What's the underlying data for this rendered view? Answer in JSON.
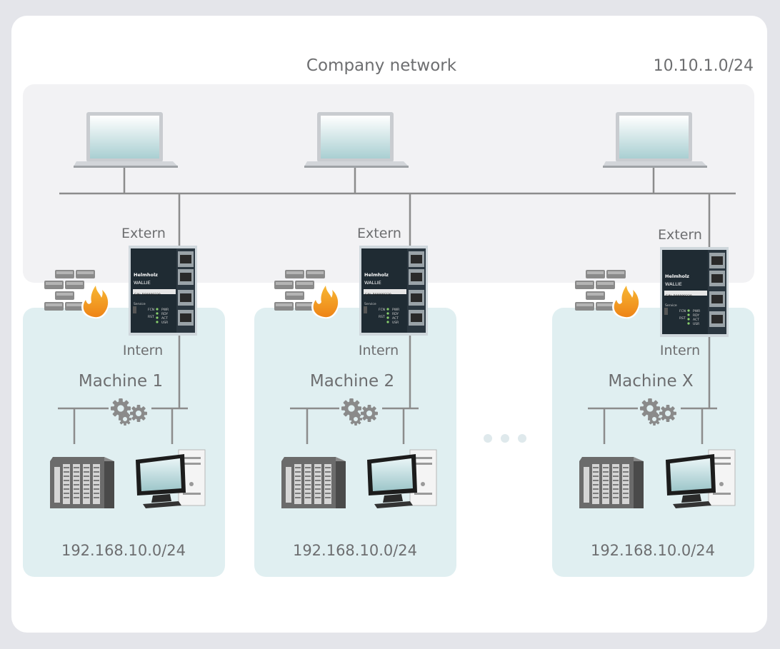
{
  "company_network": {
    "label": "Company network",
    "subnet": "10.10.1.0/24",
    "laptops": [
      {
        "icon": "laptop-icon"
      },
      {
        "icon": "laptop-icon"
      },
      {
        "icon": "laptop-icon"
      }
    ]
  },
  "device": {
    "brand": "Helmholz",
    "model": "WALLIE",
    "serial": "S/N: R00009230",
    "section_label": "Service",
    "left_leds": [
      "FCN",
      "RST"
    ],
    "right_leds": [
      "PWR",
      "RDY",
      "ACT",
      "USR"
    ],
    "extern_label": "Extern",
    "intern_label": "Intern"
  },
  "machines": [
    {
      "name": "Machine 1",
      "subnet": "192.168.10.0/24"
    },
    {
      "name": "Machine 2",
      "subnet": "192.168.10.0/24"
    },
    {
      "name": "Machine X",
      "subnet": "192.168.10.0/24"
    }
  ],
  "colors": {
    "company_zone": "#f2f2f4",
    "machine_zone": "#e0eff1",
    "line": "#8c8c8c",
    "text": "#6d6e70",
    "flame": "#f39a1e",
    "dots": "#dfe9ec"
  }
}
